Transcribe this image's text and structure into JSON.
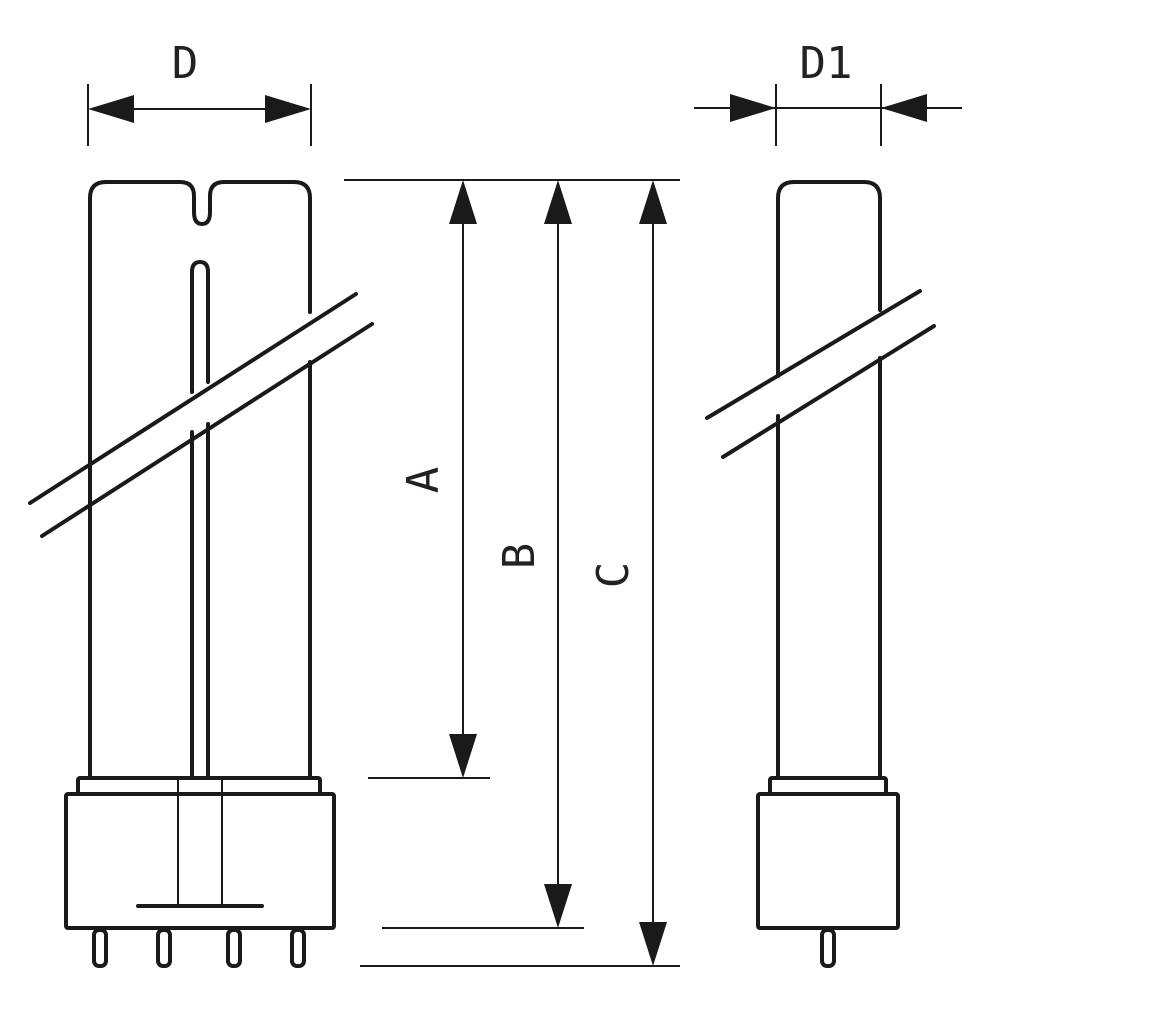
{
  "labels": {
    "d": "D",
    "d1": "D1",
    "a": "A",
    "b": "B",
    "c": "C"
  },
  "colors": {
    "line": "#1a1a1a",
    "text": "#222222",
    "background": "#ffffff"
  }
}
